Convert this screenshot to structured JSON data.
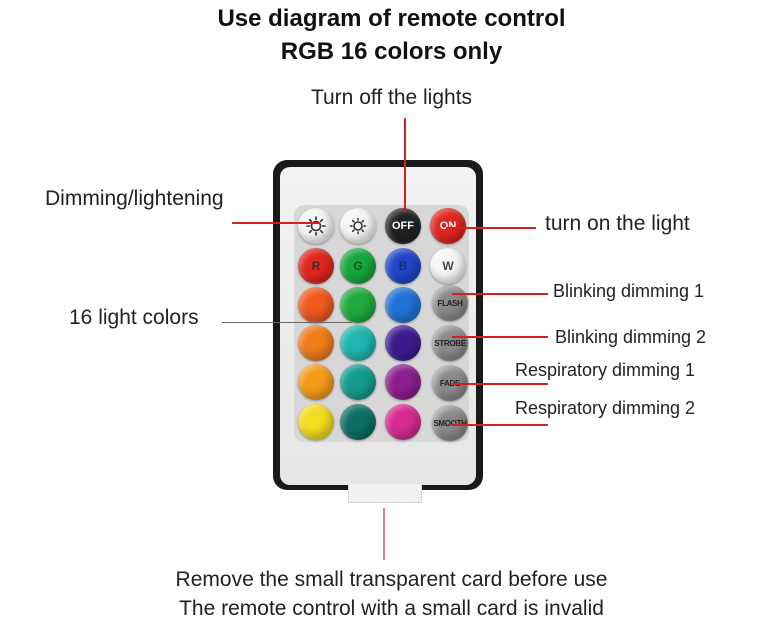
{
  "title": {
    "line1": "Use diagram of remote control",
    "line2": "RGB 16 colors only"
  },
  "labels": {
    "off": "Turn off the lights",
    "dim": "Dimming/lightening",
    "on": "turn on the light",
    "colors": "16 light colors",
    "flash": "Blinking dimming 1",
    "strobe": "Blinking dimming 2",
    "fade": "Respiratory dimming 1",
    "smooth": "Respiratory dimming 2"
  },
  "footer": {
    "line1": "Remove the small transparent card before use",
    "line2": "The remote control with a small card is invalid"
  },
  "remote": {
    "top_row": [
      {
        "name": "brightness-up",
        "icon": "brightness-up-icon",
        "text": "",
        "color": "#f6f6f6"
      },
      {
        "name": "brightness-down",
        "icon": "brightness-down-icon",
        "text": "",
        "color": "#f6f6f6"
      },
      {
        "name": "off",
        "icon": "",
        "text": "OFF",
        "color": "#222222"
      },
      {
        "name": "on",
        "icon": "",
        "text": "ON",
        "color": "#e0261f"
      }
    ],
    "rgbw_row": [
      {
        "name": "red",
        "text": "R",
        "color": "#e0261f"
      },
      {
        "name": "green",
        "text": "G",
        "color": "#17a63c"
      },
      {
        "name": "blue",
        "text": "B",
        "color": "#1f46c9"
      },
      {
        "name": "white",
        "text": "W",
        "color": "#f6f6f6"
      }
    ],
    "color_grid": [
      [
        "#ef5a1f",
        "#1faa3d",
        "#1f73d6"
      ],
      [
        "#f07c1a",
        "#1eb7b0",
        "#3b1c8f"
      ],
      [
        "#f59a1a",
        "#139c8e",
        "#8c1f8e"
      ],
      [
        "#f4dc1f",
        "#0e6e64",
        "#d62a91"
      ]
    ],
    "mode_buttons": [
      "FLASH",
      "STROBE",
      "FADE",
      "SMOOTH"
    ],
    "colors": {
      "frame": "#1a1a1a",
      "face": "#efefef",
      "keypad": "#d7d7d7",
      "mode_button": "#8a8a8a",
      "pointer_line": "#d32020"
    }
  }
}
